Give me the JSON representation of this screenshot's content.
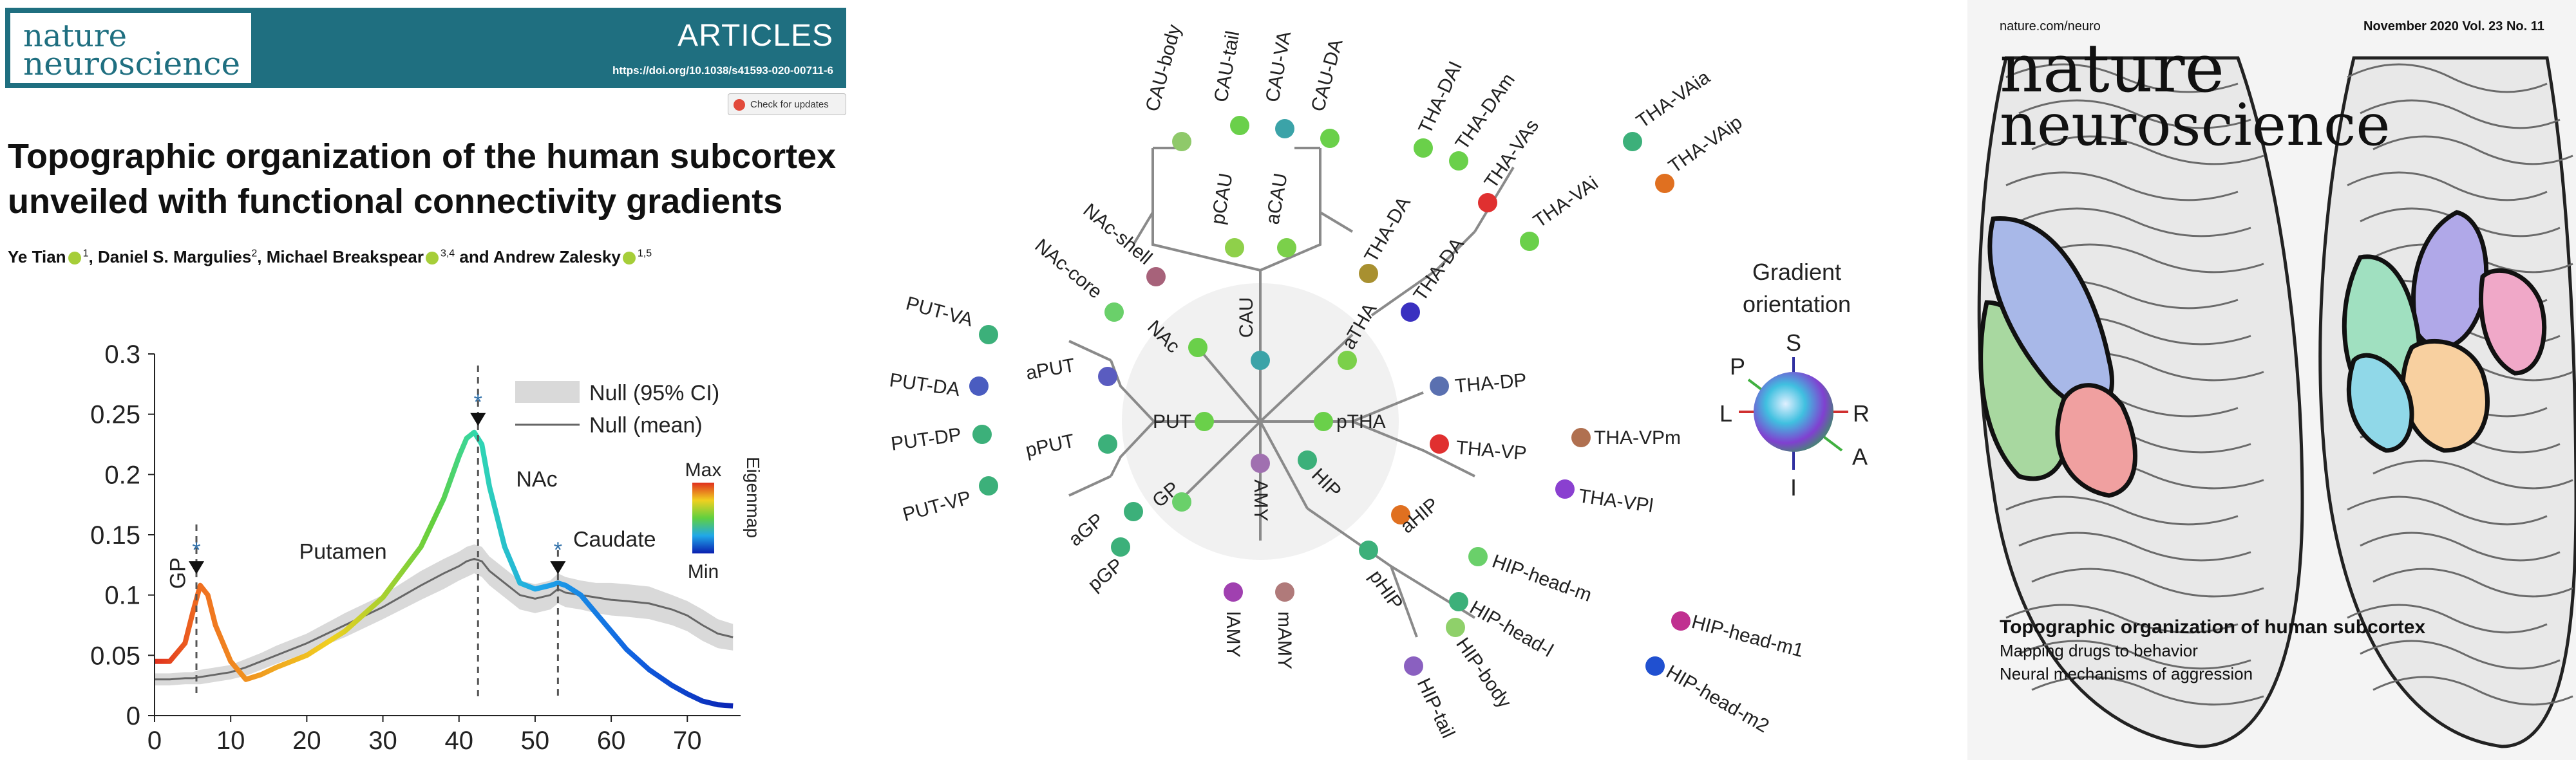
{
  "article": {
    "journal_line1": "nature",
    "journal_line2": "neuroscience",
    "section": "ARTICLES",
    "doi": "https://doi.org/10.1038/s41593-020-00711-6",
    "check_updates": "Check for updates",
    "title_line1": "Topographic organization of the human subcortex",
    "title_line2": "unveiled with functional connectivity gradients",
    "authors": [
      {
        "name": "Ye Tian",
        "aff": "1"
      },
      {
        "name": "Daniel S. Margulies",
        "aff": "2"
      },
      {
        "name": "Michael Breakspear",
        "aff": "3,4"
      },
      {
        "name": "Andrew Zalesky",
        "aff": "1,5"
      }
    ],
    "author_sep": ", ",
    "author_and": " and "
  },
  "chart_data": {
    "type": "line",
    "x": [
      0,
      2,
      4,
      5,
      6,
      7,
      8,
      10,
      12,
      14,
      16,
      20,
      25,
      30,
      35,
      38,
      40,
      41,
      42,
      43,
      44,
      46,
      48,
      50,
      52,
      53,
      54,
      56,
      58,
      60,
      62,
      65,
      68,
      70,
      72,
      74,
      76
    ],
    "series": [
      {
        "name": "",
        "values": [
          0.045,
          0.045,
          0.06,
          0.085,
          0.108,
          0.1,
          0.075,
          0.045,
          0.03,
          0.034,
          0.04,
          0.05,
          0.07,
          0.098,
          0.14,
          0.18,
          0.215,
          0.23,
          0.235,
          0.225,
          0.19,
          0.14,
          0.11,
          0.105,
          0.108,
          0.11,
          0.108,
          0.1,
          0.085,
          0.07,
          0.055,
          0.038,
          0.025,
          0.018,
          0.012,
          0.009,
          0.008
        ]
      },
      {
        "name": "Null (mean)",
        "values": [
          0.03,
          0.03,
          0.031,
          0.031,
          0.032,
          0.033,
          0.034,
          0.036,
          0.04,
          0.045,
          0.05,
          0.06,
          0.075,
          0.09,
          0.108,
          0.118,
          0.124,
          0.128,
          0.13,
          0.128,
          0.12,
          0.11,
          0.1,
          0.097,
          0.1,
          0.105,
          0.102,
          0.1,
          0.098,
          0.096,
          0.095,
          0.093,
          0.088,
          0.083,
          0.075,
          0.068,
          0.065
        ]
      }
    ],
    "ci_low": [
      0.025,
      0.025,
      0.026,
      0.026,
      0.026,
      0.027,
      0.028,
      0.03,
      0.033,
      0.038,
      0.043,
      0.052,
      0.065,
      0.08,
      0.096,
      0.105,
      0.112,
      0.115,
      0.118,
      0.115,
      0.108,
      0.098,
      0.088,
      0.085,
      0.088,
      0.093,
      0.09,
      0.088,
      0.085,
      0.083,
      0.082,
      0.08,
      0.075,
      0.07,
      0.062,
      0.056,
      0.054
    ],
    "ci_high": [
      0.035,
      0.035,
      0.036,
      0.036,
      0.038,
      0.039,
      0.04,
      0.042,
      0.047,
      0.052,
      0.058,
      0.068,
      0.085,
      0.1,
      0.12,
      0.13,
      0.136,
      0.14,
      0.142,
      0.14,
      0.132,
      0.122,
      0.112,
      0.109,
      0.112,
      0.118,
      0.115,
      0.112,
      0.11,
      0.11,
      0.109,
      0.107,
      0.1,
      0.095,
      0.088,
      0.08,
      0.076
    ],
    "xlim": [
      0,
      77
    ],
    "ylim": [
      0,
      0.3
    ],
    "xticks": [
      "0",
      "10",
      "20",
      "30",
      "40",
      "50",
      "60",
      "70"
    ],
    "yticks": [
      "0",
      "0.05",
      "0.1",
      "0.15",
      "0.2",
      "0.25",
      "0.3"
    ],
    "legend": [
      "Null (95% CI)",
      "Null (mean)"
    ],
    "colorbar": {
      "max": "Max",
      "min": "Min",
      "label": "Eigenmap"
    },
    "annotations": {
      "gp": "GP",
      "putamen": "Putamen",
      "nac": "NAc",
      "caudate": "Caudate"
    },
    "peaks_x": [
      5.5,
      42.5,
      53
    ],
    "asterisk": "*",
    "colors": {
      "ci": "#d9d9d9",
      "null": "#666666",
      "dashed": "#555555",
      "marker": "#2d6ea8"
    }
  },
  "tree": {
    "center_label_color": "#d0d0d0",
    "region_labels": {
      "cau": "CAU",
      "nac": "NAc",
      "put": "PUT",
      "gp": "GP",
      "amy": "AMY",
      "hip": "HIP",
      "pTHA": "pTHA",
      "aTHA": "aTHA"
    },
    "legend": {
      "title_1": "Gradient",
      "title_2": "orientation",
      "S": "S",
      "I": "I",
      "L": "L",
      "R": "R",
      "P": "P",
      "A": "A"
    },
    "leaves": {
      "cau_body": "CAU-body",
      "cau_tail": "CAU-tail",
      "cau_va": "CAU-VA",
      "cau_da": "CAU-DA",
      "pcau": "pCAU",
      "acau": "aCAU",
      "nac_shell": "NAc-shell",
      "nac_core": "NAc-core",
      "put_va": "PUT-VA",
      "put_da": "PUT-DA",
      "put_dp": "PUT-DP",
      "put_vp": "PUT-VP",
      "aput": "aPUT",
      "pput": "pPUT",
      "agp": "aGP",
      "pgp": "pGP",
      "lamy": "lAMY",
      "mamy": "mAMY",
      "tha_dai": "THA-DAI",
      "tha_dam": "THA-DAm",
      "tha_vas": "THA-VAs",
      "tha_da": "THA-DA",
      "tha_vai": "THA-VAi",
      "tha_vaia": "THA-VAia",
      "tha_vaip": "THA-VAip",
      "tha_dp": "THA-DP",
      "tha_vp": "THA-VP",
      "tha_vpm": "THA-VPm",
      "tha_vpl": "THA-VPl",
      "ahip": "aHIP",
      "phip": "pHIP",
      "hip_head_m": "HIP-head-m",
      "hip_head_l": "HIP-head-l",
      "hip_head_m1": "HIP-head-m1",
      "hip_head_m2": "HIP-head-m2",
      "hip_body": "HIP-body",
      "hip_tail": "HIP-tail"
    }
  },
  "cover": {
    "url": "nature.com/neuro",
    "issue": "November 2020 Vol. 23 No. 11",
    "masthead_1": "nature",
    "masthead_2": "neuroscience",
    "headline": "Topographic organization of human subcortex",
    "line2": "Mapping drugs to behavior",
    "line3": "Neural mechanisms of aggression"
  }
}
